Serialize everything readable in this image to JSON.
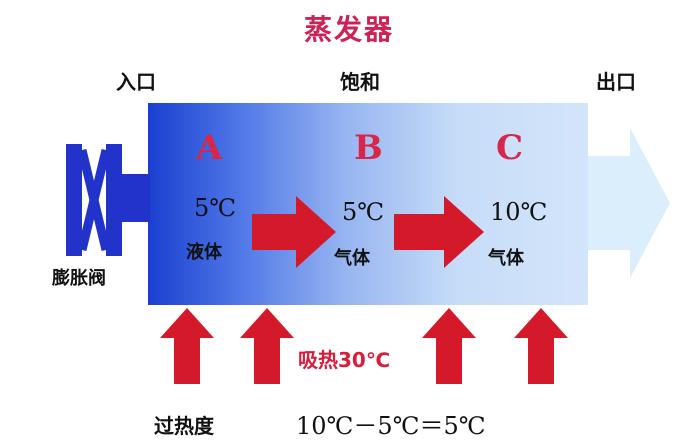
{
  "title": "蒸发器",
  "labels": {
    "inlet": "入口",
    "saturation": "饱和",
    "outlet": "出口",
    "expansion_valve": "膨胀阀"
  },
  "stages": [
    {
      "letter": "A",
      "temp": "5℃",
      "state": "液体"
    },
    {
      "letter": "B",
      "temp": "5℃",
      "state": "气体"
    },
    {
      "letter": "C",
      "temp": "10℃",
      "state": "气体"
    }
  ],
  "heat_absorbed": "吸热30℃",
  "superheat": {
    "label": "过热度",
    "equation": "10℃－5℃＝5℃"
  },
  "colors": {
    "title": "#cc2255",
    "letters": "#d8264a",
    "arrows": "#d41a2a",
    "valve": "#2233cc",
    "evaporator_start": "#1a3fd0",
    "evaporator_end": "#d3e5fa",
    "outlet_arrow": "#dbeefc"
  }
}
